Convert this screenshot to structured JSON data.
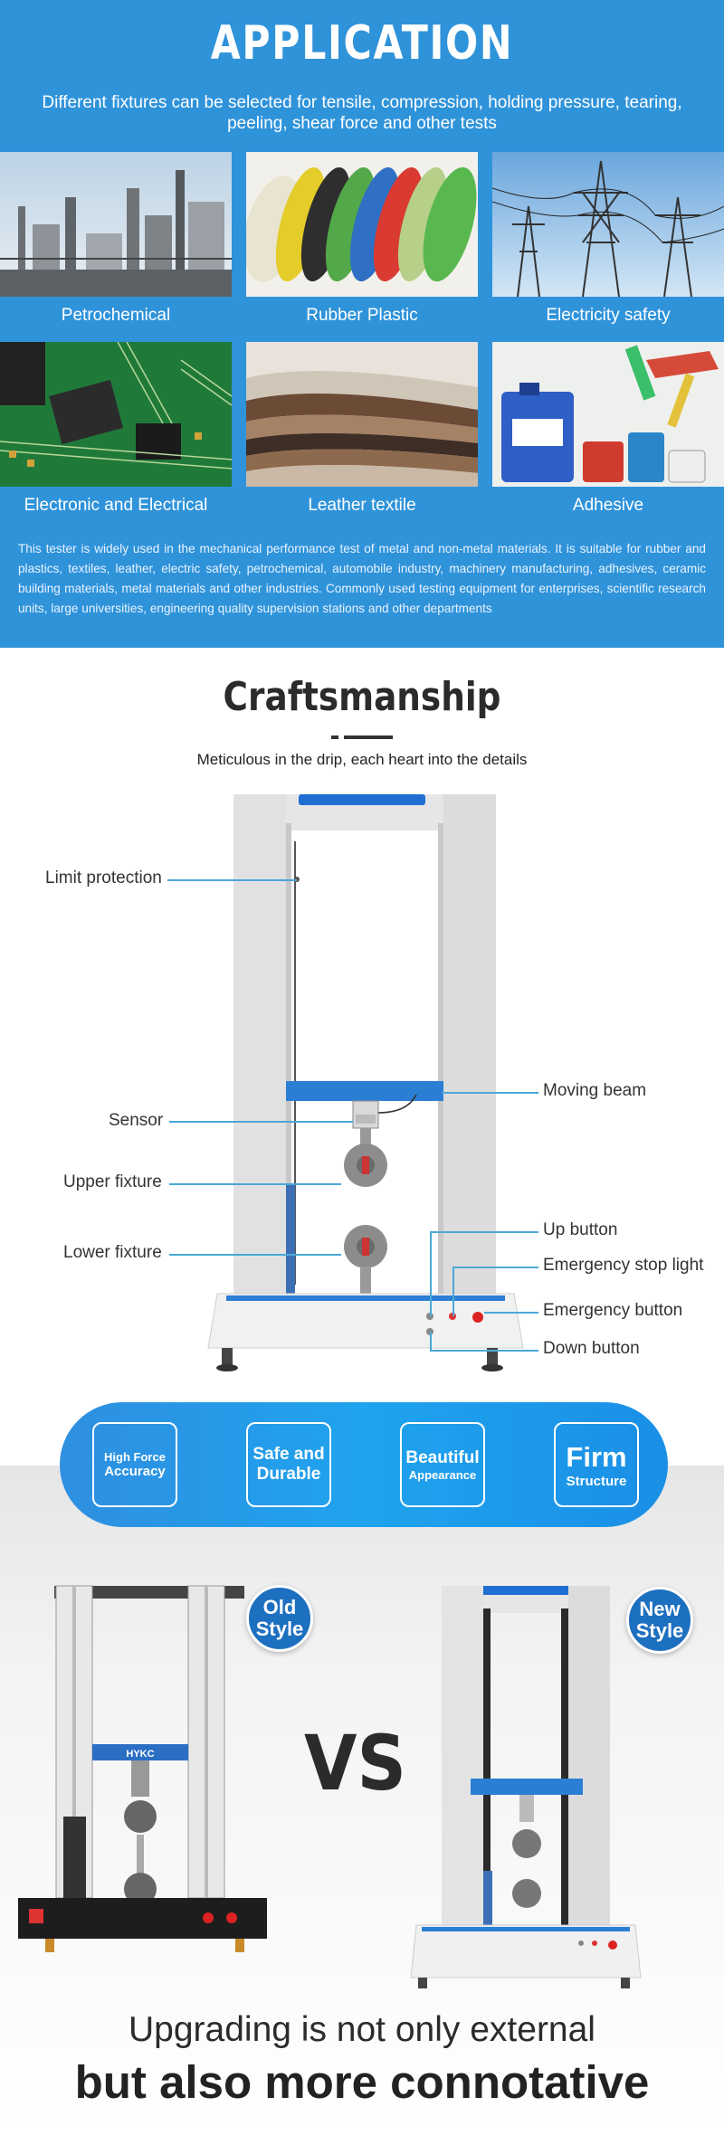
{
  "application": {
    "title": "APPLICATION",
    "subtitle": "Different fixtures can be selected for tensile, compression, holding pressure, tearing, peeling, shear force and other tests",
    "tiles": [
      {
        "label": "Petrochemical",
        "icon": "petrochemical-plant-image"
      },
      {
        "label": "Rubber Plastic",
        "icon": "plastic-pellets-image"
      },
      {
        "label": "Electricity safety",
        "icon": "power-tower-image"
      },
      {
        "label": "Electronic and Electrical",
        "icon": "circuit-board-image"
      },
      {
        "label": "Leather textile",
        "icon": "leather-swatches-image"
      },
      {
        "label": "Adhesive",
        "icon": "adhesive-containers-image"
      }
    ],
    "description": "This tester is widely used in the mechanical performance test of metal and non-metal materials. It is suitable for rubber and plastics, textiles, leather, electric safety, petrochemical, automobile industry, machinery manufacturing, adhesives, ceramic building materials, metal materials and other industries. Commonly used testing equipment for enterprises, scientific research units, large universities, engineering quality supervision stations and other departments"
  },
  "craftsmanship": {
    "title": "Craftsmanship",
    "subtitle": "Meticulous in the drip, each heart into the details",
    "callouts_left": {
      "limit": "Limit protection",
      "sensor": "Sensor",
      "upper": "Upper fixture",
      "lower": "Lower fixture"
    },
    "callouts_right": {
      "beam": "Moving beam",
      "up": "Up button",
      "stop_light": "Emergency stop light",
      "emergency": "Emergency button",
      "down": "Down button"
    }
  },
  "features": [
    {
      "line1": "High Force",
      "line2": "Accuracy"
    },
    {
      "line1": "Safe and",
      "line2": "Durable"
    },
    {
      "line1": "Beautiful",
      "line2": "Appearance"
    },
    {
      "line1": "Firm",
      "line2": "Structure"
    }
  ],
  "compare": {
    "old_label": "Old Style",
    "new_label": "New Style",
    "vs": "VS",
    "machine_brand": "HYKC",
    "tagline1": "Upgrading is not only external",
    "tagline2": "but also more connotative"
  },
  "colors": {
    "banner_blue": "#2f93da",
    "accent_blue": "#1d6fbf",
    "callout_line": "#4aa8d8"
  }
}
